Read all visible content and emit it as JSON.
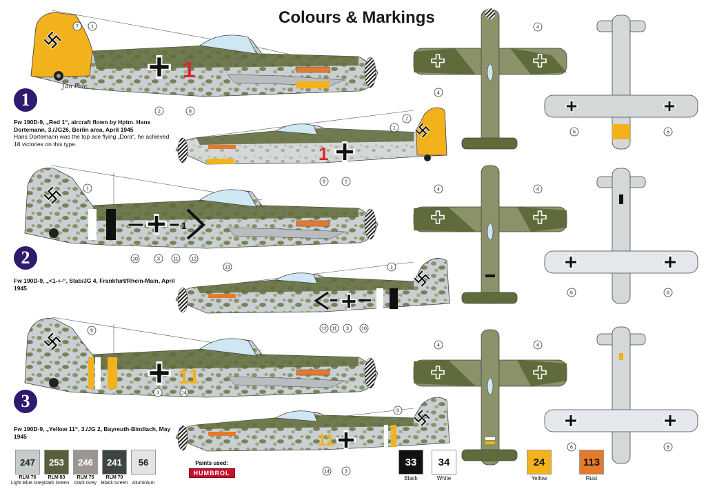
{
  "title": "Colours & Markings",
  "schemes": [
    {
      "number": "1",
      "name": "Fw 190D-9, „Red 1“, aircraft flown by Hptm. Hans Dortemann, 3./JG26, Berlin area, April 1945",
      "note": "Hans Dortemann was the top ace flying „Dora“, he achieved 18 victories on this type.",
      "fuselage_code": "1",
      "tail_inscription": "Jan Polc"
    },
    {
      "number": "2",
      "name": "Fw 190D-9, „<1-+-“, Stab/JG 4, Frankfurt/Rhein-Main, April 1945",
      "fuselage_code": "1"
    },
    {
      "number": "3",
      "name": "Fw 190D-9, „Yellow 11“, 3./JG 2, Bayreuth-Bindlach, May 1945",
      "fuselage_code": "11"
    }
  ],
  "callouts": {
    "c1": "1",
    "c2": "2",
    "c3": "3",
    "c4": "4",
    "c5": "5",
    "c6": "6",
    "c7": "7",
    "c8": "8",
    "c9": "9",
    "c10": "10",
    "c11": "11",
    "c12": "12",
    "c13": "13",
    "c14": "14"
  },
  "colors": {
    "green": "#5f6b3a",
    "grey": "#c9cfd2",
    "yellow": "#f2b21c",
    "red": "#d8262b",
    "badge": "#2e1a6e",
    "mottle": "#8b9269"
  },
  "paints_used": "Paints used:",
  "brand": "HUMBROL",
  "paints_left": [
    {
      "code": "247",
      "label1": "RLM 76",
      "label2": "Light Blue Grey",
      "color": "#c6ccc9",
      "text": "#222"
    },
    {
      "code": "253",
      "label1": "RLM 83",
      "label2": "Dark Green",
      "color": "#5a5e3c",
      "text": "#fff"
    },
    {
      "code": "246",
      "label1": "RLM 75",
      "label2": "Dark Grey",
      "color": "#9b9693",
      "text": "#fff"
    },
    {
      "code": "241",
      "label1": "RLM 70",
      "label2": "Black Green",
      "color": "#3c4540",
      "text": "#fff"
    },
    {
      "code": "56",
      "label1": "",
      "label2": "Aluminium",
      "color": "#e4e4e2",
      "text": "#222"
    }
  ],
  "paints_right": [
    {
      "code": "33",
      "label": "Black",
      "color": "#111111",
      "text": "#fff"
    },
    {
      "code": "34",
      "label": "White",
      "color": "#ffffff",
      "text": "#111"
    },
    {
      "code": "24",
      "label": "Yellow",
      "color": "#f2b21c",
      "text": "#111"
    },
    {
      "code": "113",
      "label": "Rust",
      "color": "#e57a2c",
      "text": "#111"
    }
  ]
}
